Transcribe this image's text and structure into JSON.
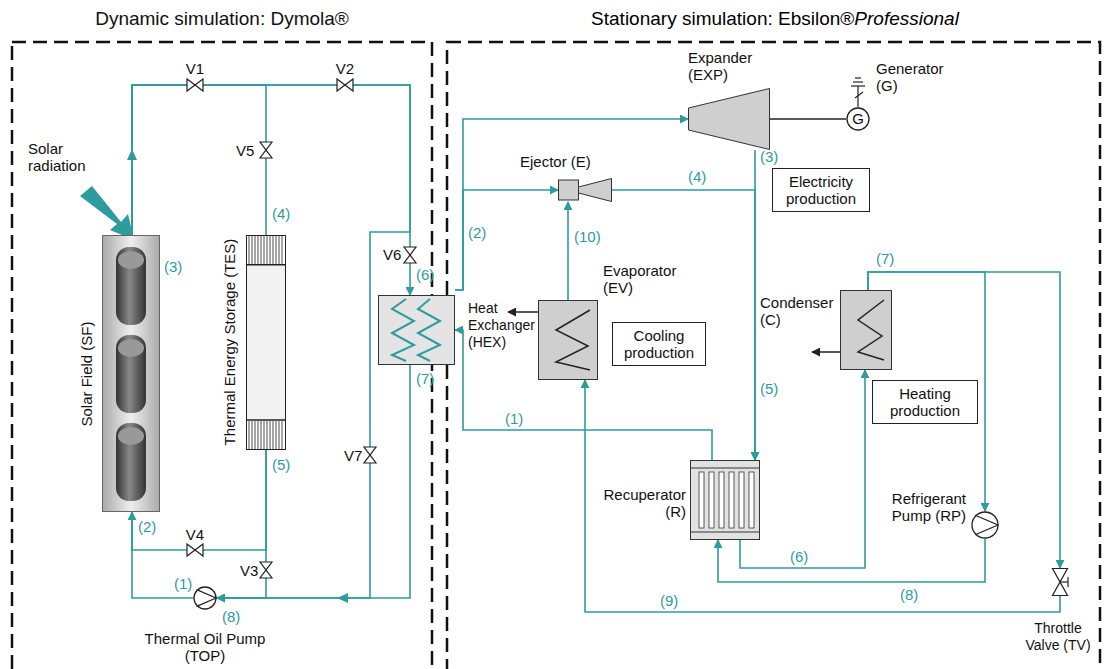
{
  "diagram": {
    "nodes": [
      {
        "text": [
          "Solar Field (SF)"
        ]
      },
      {
        "text": [
          "Thermal Energy Storage (TES)"
        ]
      },
      {
        "text": [
          "Heat Exchanger (HEX)"
        ]
      },
      {
        "text": [
          "Thermal Oil Pump (TOP)"
        ]
      },
      {
        "text": [
          "Expander (EXP)"
        ]
      },
      {
        "text": [
          "Generator (G)",
          "G"
        ]
      },
      {
        "text": [
          "Ejector (E)"
        ]
      },
      {
        "text": [
          "Electricity production"
        ]
      },
      {
        "text": [
          "Evaporator (EV)"
        ]
      },
      {
        "text": [
          "Cooling production"
        ]
      },
      {
        "text": [
          "Condenser (C)"
        ]
      },
      {
        "text": [
          "Heating production"
        ]
      },
      {
        "text": [
          "Recuperator (R)"
        ]
      },
      {
        "text": [
          "Refrigerant Pump (RP)"
        ]
      },
      {
        "text": [
          "Throttle Valve (TV)"
        ]
      }
    ],
    "edges": [
      {
        "from": 3,
        "to": 0,
        "arrow": "to"
      },
      {
        "from": 0,
        "to": 2,
        "arrow": "to"
      },
      {
        "from": 0,
        "to": 1,
        "arrow": "none"
      },
      {
        "from": 0,
        "to": 1,
        "arrow": "none"
      },
      {
        "from": 1,
        "to": 3,
        "arrow": "none"
      },
      {
        "from": 2,
        "to": 3,
        "arrow": "to"
      },
      {
        "from": 0,
        "to": 3,
        "arrow": "to"
      },
      {
        "from": 2,
        "to": 4,
        "arrow": "to"
      },
      {
        "from": 2,
        "to": 6,
        "arrow": "to"
      },
      {
        "from": 4,
        "to": 12,
        "arrow": "to"
      },
      {
        "from": 6,
        "to": 12,
        "arrow": "to"
      },
      {
        "from": 12,
        "to": 10,
        "arrow": "to"
      },
      {
        "from": 10,
        "to": 13,
        "arrow": "to"
      },
      {
        "from": 10,
        "to": 14,
        "arrow": "to"
      },
      {
        "from": 13,
        "to": 12,
        "arrow": "to"
      },
      {
        "from": 14,
        "to": 8,
        "arrow": "to"
      },
      {
        "from": 12,
        "to": 2,
        "arrow": "to"
      },
      {
        "from": 8,
        "to": 6,
        "arrow": "to"
      },
      {
        "from": 4,
        "to": 5,
        "arrow": "none"
      }
    ],
    "labels": [
      "Dynamic simulation: Dymola®",
      "Stationary simulation: Ebsilon®",
      "Professional",
      "Solar radiation",
      "V1",
      "V2",
      "V5",
      "V6",
      "V7",
      "V3",
      "V4",
      "(3)",
      "(4)",
      "(6)",
      "(5)",
      "(7)",
      "(2)",
      "(1)",
      "(8)",
      "(2)",
      "(3)",
      "(4)",
      "(10)",
      "(5)",
      "(7)",
      "(6)",
      "(8)",
      "(9)",
      "(1)"
    ]
  }
}
